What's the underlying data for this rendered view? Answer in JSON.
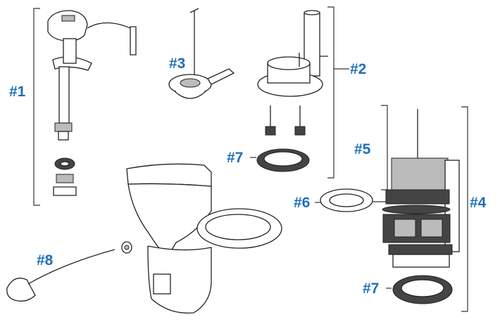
{
  "title": "Toilet repair parts diagram",
  "accent_color": "#1f6fb8",
  "labels": {
    "fill_valve": "#1",
    "flush_valve": "#2",
    "flapper": "#3",
    "flush_valve_assembly": "#4",
    "flush_mechanism": "#5",
    "gasket_small": "#6",
    "tank_to_bowl_gasket_top": "#7",
    "tank_to_bowl_gasket_bottom": "#7",
    "trip_lever": "#8"
  }
}
